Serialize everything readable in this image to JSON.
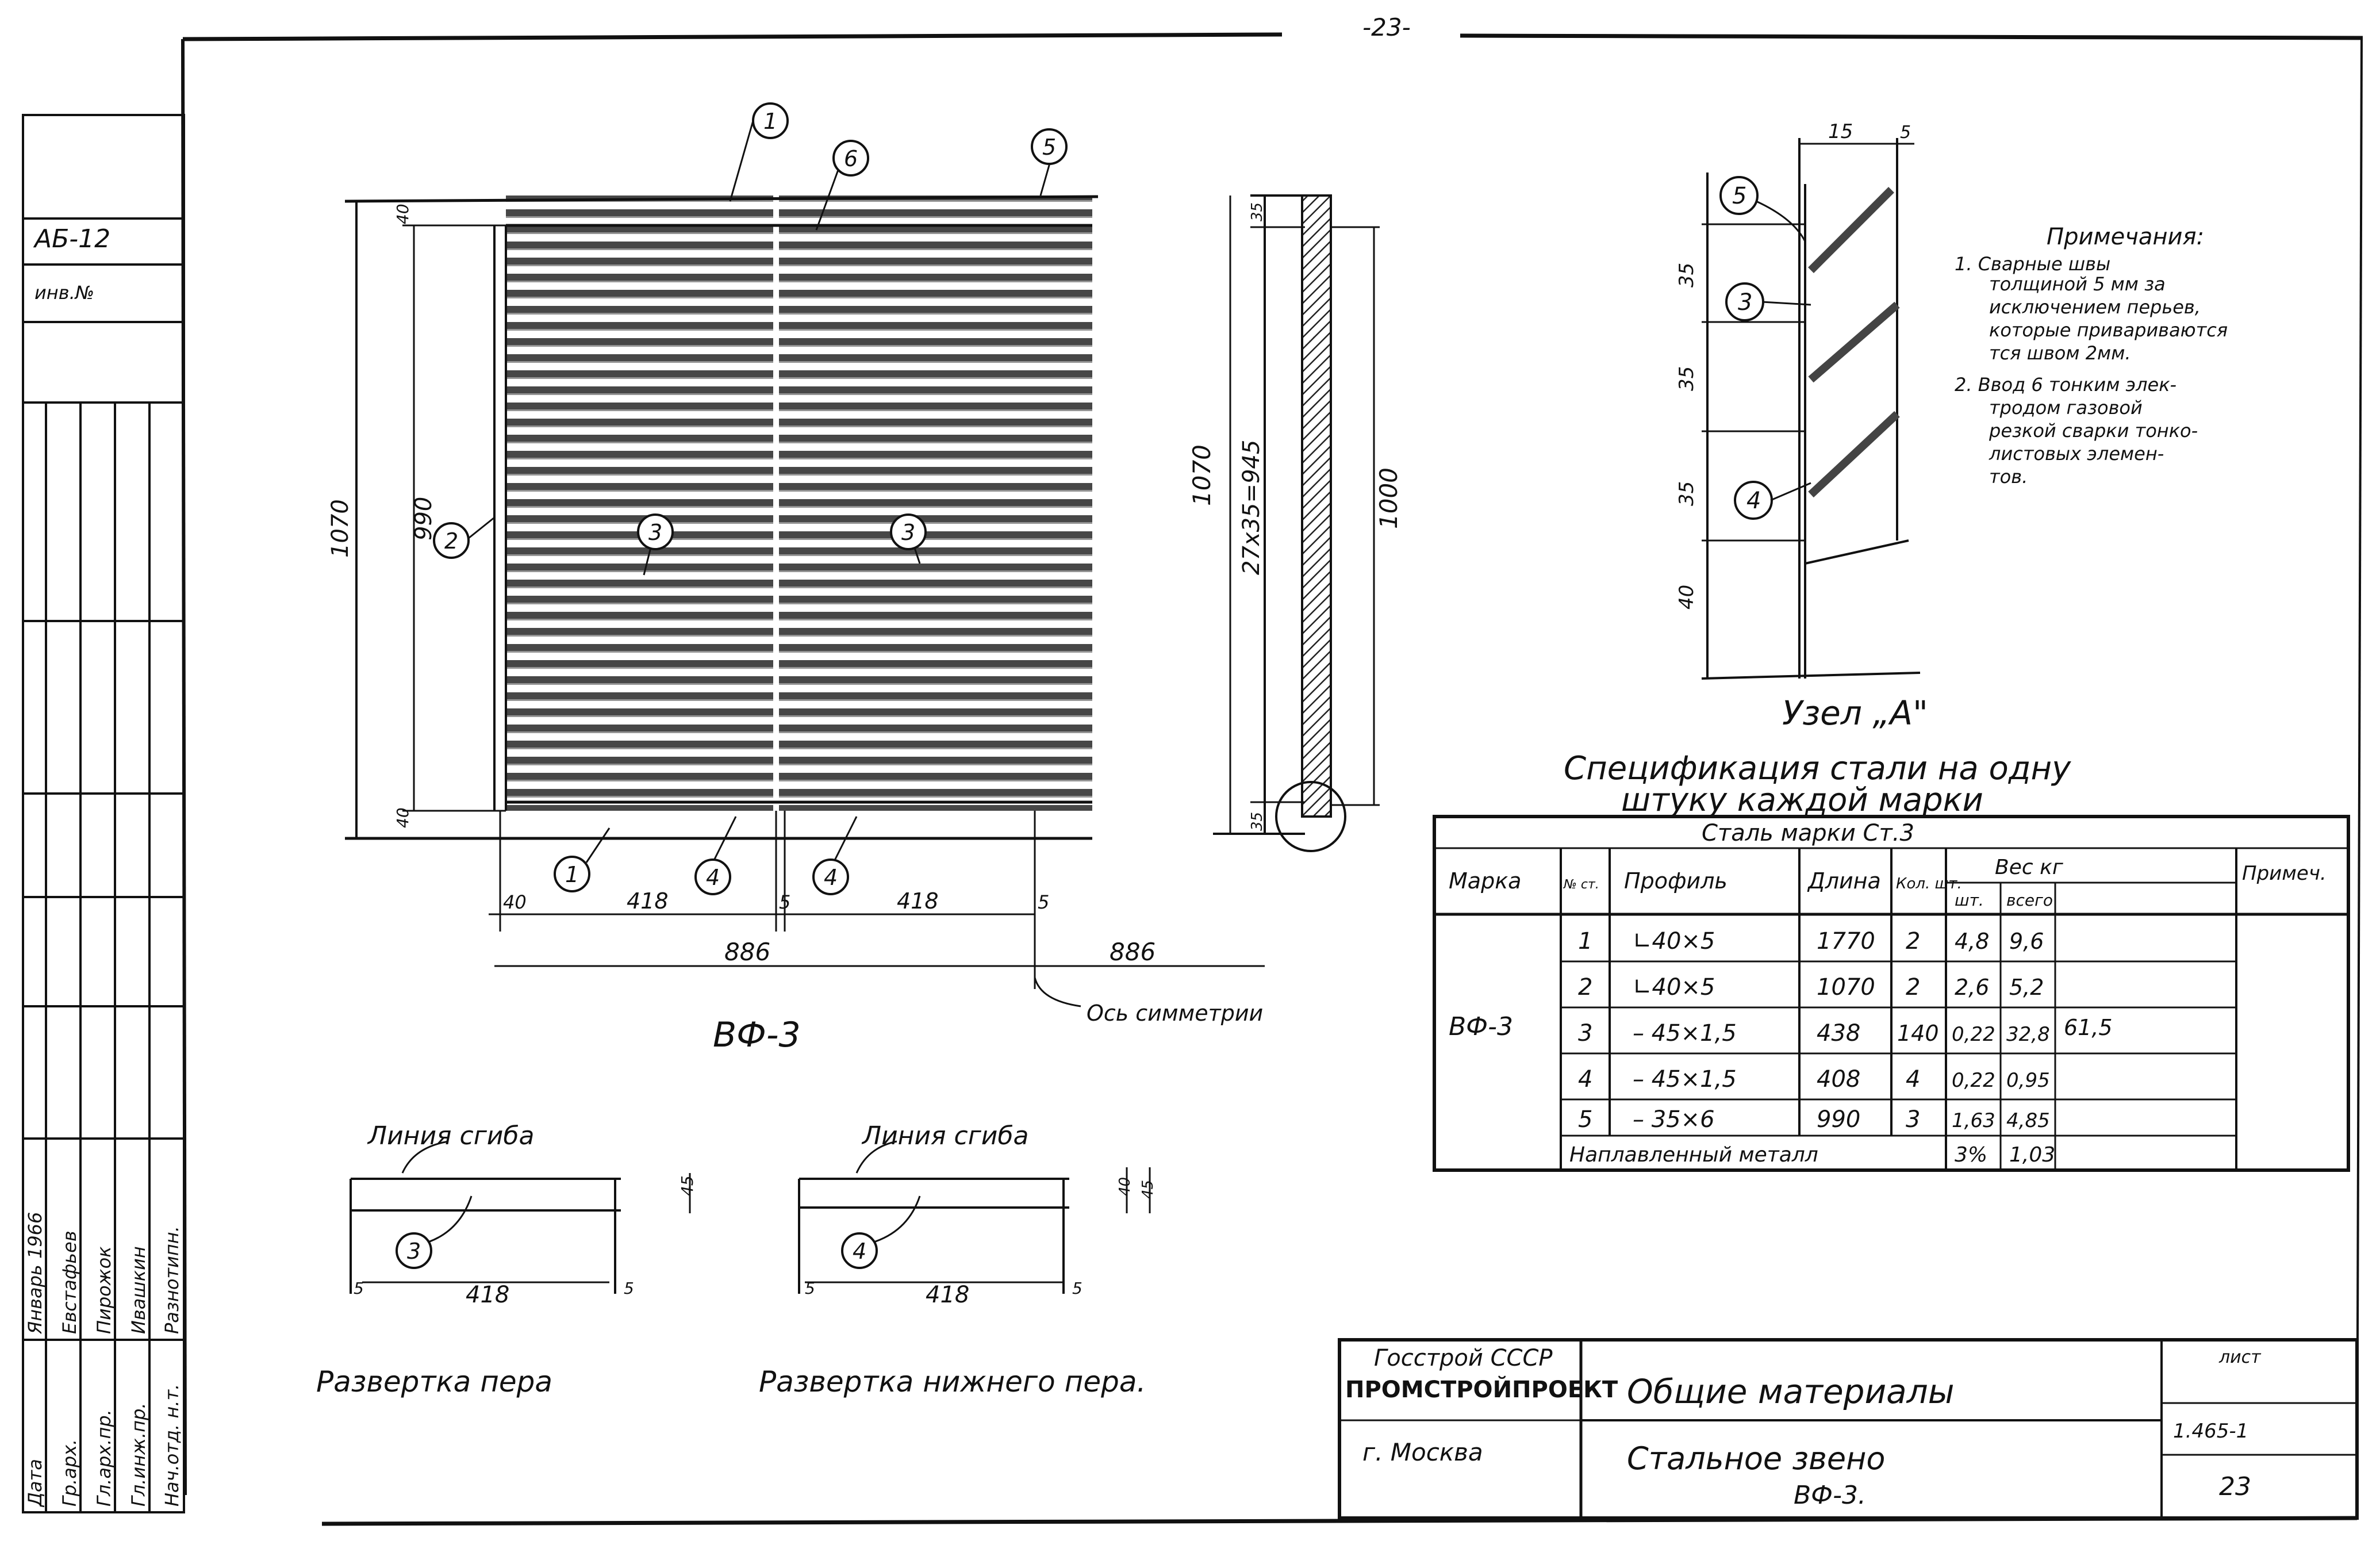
{
  "sheet_number": "-23-",
  "left_stamp": {
    "rows": [
      {
        "role": "Нач.отд. н.т.",
        "name": "Разнотипн."
      },
      {
        "role": "Гл.инж.пр.",
        "name": "Ивашкин"
      },
      {
        "role": "Гл.арх.пр.",
        "name": "Пирожок"
      },
      {
        "role": "Гр.арх.",
        "name": "Евстафьев"
      },
      {
        "role": "Дата",
        "name": "Январь 1966"
      }
    ],
    "codes": [
      "АБ-12",
      "инв.№"
    ]
  },
  "main_view": {
    "label": "ВФ-3",
    "marks": [
      "1",
      "6",
      "5",
      "2",
      "3",
      "3",
      "1",
      "4",
      "4"
    ],
    "dims": {
      "height_total": "1070",
      "height_inner": "990",
      "top": "40",
      "bottom": "40",
      "left_edge": "40",
      "panel_w1": "418",
      "gap": "5",
      "panel_w2": "418",
      "right_edge": "5",
      "half_width": "886",
      "half_width_right": "886"
    },
    "symmetry_label": "Ось симметрии"
  },
  "side_view": {
    "dims": {
      "outer": "1070",
      "inner_pitch": "27x35=945",
      "length": "1000",
      "top": "35",
      "bottom": "35"
    }
  },
  "node_a": {
    "title": "Узел „А\"",
    "dims": {
      "top": "15",
      "top_right": "5",
      "row1": "35",
      "row2": "35",
      "row3": "35",
      "row4": "40"
    },
    "marks": [
      "5",
      "3",
      "4"
    ]
  },
  "notes": {
    "title": "Примечания:",
    "lines": [
      "1. Сварные швы",
      "толщиной 5 мм за",
      "исключением перьев,",
      "которые привариваются",
      "тся швом 2мм.",
      "2. Ввод 6 тонким элек-",
      "тродом газовой",
      "резкой сварки тонко-",
      "листовых элемен-",
      "тов."
    ]
  },
  "spec": {
    "title_line1": "Спецификация стали на одну",
    "title_line2": "штуку каждой марки",
    "headers": {
      "mark": "Марка",
      "pos": "№ ст.",
      "profile": "Профиль",
      "length": "Длина",
      "qty": "Кол. шт.",
      "steel": "Сталь марки Ст.3",
      "weight": "Вес кг",
      "w_one": "шт.",
      "w_all": "всего",
      "note": "Примеч."
    },
    "mark_value": "ВФ-3",
    "total_weight": "61,5",
    "rows": [
      {
        "pos": "1",
        "profile": "∟40×5",
        "length": "1770",
        "qty": "2",
        "w1": "4,8",
        "w2": "9,6"
      },
      {
        "pos": "2",
        "profile": "∟40×5",
        "length": "1070",
        "qty": "2",
        "w1": "2,6",
        "w2": "5,2"
      },
      {
        "pos": "3",
        "profile": "– 45×1,5",
        "length": "438",
        "qty": "140",
        "w1": "0,22",
        "w2": "32,8"
      },
      {
        "pos": "4",
        "profile": "– 45×1,5",
        "length": "408",
        "qty": "4",
        "w1": "0,22",
        "w2": "0,95"
      },
      {
        "pos": "5",
        "profile": "– 35×6",
        "length": "990",
        "qty": "3",
        "w1": "1,63",
        "w2": "4,85"
      }
    ],
    "weld_label": "Наплавленный металл",
    "weld_pct": "3%",
    "weld_val": "1,03"
  },
  "dev1": {
    "title": "Развертка пера",
    "bend": "Линия сгиба",
    "mark": "3",
    "dims": {
      "w": "418",
      "h": "45",
      "l": "5",
      "r": "5"
    }
  },
  "dev2": {
    "title": "Развертка нижнего пера.",
    "bend": "Линия сгиба",
    "mark": "4",
    "dims": {
      "w": "418",
      "h": "40",
      "h2": "45",
      "l": "5",
      "r": "5"
    }
  },
  "title_block": {
    "org1": "Госстрой СССР",
    "org2": "ПРОМСТРОЙПРОЕКТ",
    "city": "г. Москва",
    "title": "Общие материалы",
    "subtitle1": "Стальное звено",
    "subtitle2": "ВФ-3.",
    "sheet_label": "лист",
    "series": "1.465-1",
    "sheet_no": "23"
  }
}
